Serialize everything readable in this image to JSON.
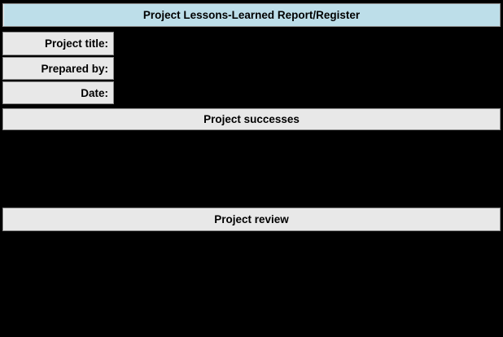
{
  "page": {
    "background_color": "#000000"
  },
  "form": {
    "title": "Project Lessons-Learned Report/Register",
    "title_bg_color": "#BDDEE9",
    "cell_bg_color": "#E8E8E8",
    "text_color": "#000000",
    "fields": [
      {
        "label": "Project title:",
        "value": ""
      },
      {
        "label": "Prepared by:",
        "value": ""
      },
      {
        "label": "Date:",
        "value": ""
      }
    ],
    "sections": [
      {
        "heading": "Project successes",
        "content": ""
      },
      {
        "heading": "Project review",
        "content": ""
      }
    ]
  }
}
